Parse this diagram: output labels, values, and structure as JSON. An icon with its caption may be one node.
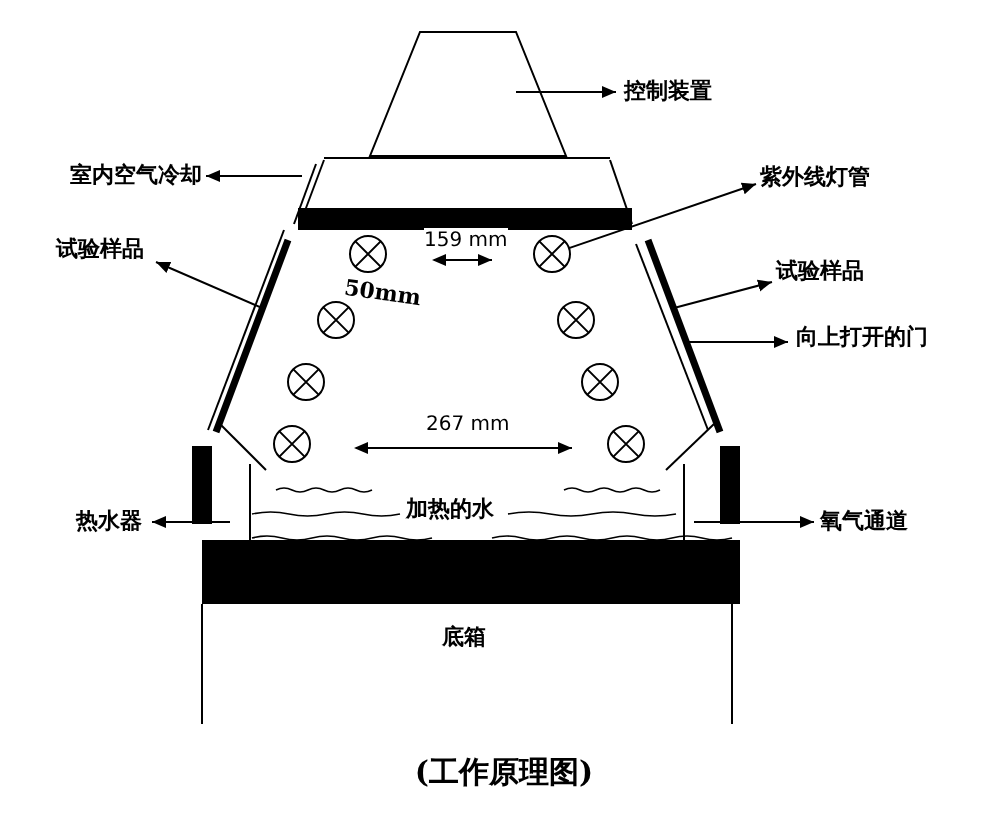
{
  "diagram": {
    "caption": "(工作原理图)",
    "nodes": [
      {
        "text": [],
        "shape": "trapezoid"
      },
      {
        "text": [
          "控制装置"
        ]
      },
      {
        "text": [
          "室内空气冷却"
        ]
      },
      {
        "text": [
          "紫外线灯管"
        ]
      },
      {
        "text": [
          "试验样品"
        ]
      },
      {
        "text": [],
        "shape": "bar"
      },
      {
        "text": [],
        "shape": "bar"
      },
      {
        "text": [
          "试验样品"
        ]
      },
      {
        "text": [
          "向上打开的门"
        ]
      },
      {
        "text": [],
        "shape": "circle"
      },
      {
        "text": [],
        "shape": "circle"
      },
      {
        "text": [],
        "shape": "circle"
      },
      {
        "text": [],
        "shape": "circle"
      },
      {
        "text": [],
        "shape": "circle"
      },
      {
        "text": [],
        "shape": "circle"
      },
      {
        "text": [],
        "shape": "circle"
      },
      {
        "text": [],
        "shape": "circle"
      },
      {
        "text": [
          "热水器"
        ]
      },
      {
        "text": [
          "氧气通道"
        ]
      }
    ],
    "edges": [
      {
        "from": 0,
        "to": 1,
        "arrow": "to"
      },
      {
        "from": null,
        "to": 2,
        "arrow": "to"
      },
      {
        "from": 10,
        "to": 3,
        "arrow": "to"
      },
      {
        "from": 5,
        "to": 4,
        "arrow": "to"
      },
      {
        "from": 6,
        "to": 7,
        "arrow": "to"
      },
      {
        "from": 6,
        "to": 8,
        "arrow": "to"
      },
      {
        "from": null,
        "to": 17,
        "arrow": "to"
      },
      {
        "from": null,
        "to": 18,
        "arrow": "to"
      }
    ],
    "labels": [
      "159 mm",
      "50mm",
      "267 mm",
      "加热的水",
      "底箱"
    ]
  }
}
